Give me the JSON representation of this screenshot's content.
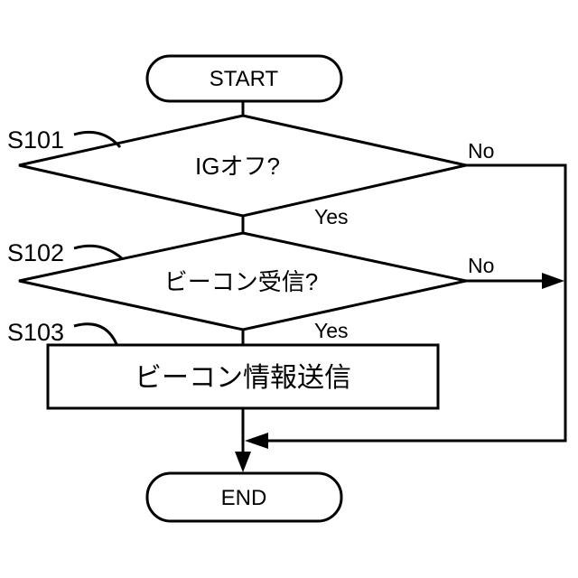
{
  "figure": {
    "colors": {
      "line": "#000000",
      "background": "#ffffff"
    },
    "nodes": {
      "start": {
        "label": "START"
      },
      "decision1": {
        "step_label": "S101",
        "text": "IGオフ?",
        "no_label": "No",
        "yes_label": "Yes"
      },
      "decision2": {
        "step_label": "S102",
        "text": "ビーコン受信?",
        "no_label": "No",
        "yes_label": "Yes"
      },
      "process": {
        "step_label": "S103",
        "text": "ビーコン情報送信"
      },
      "end": {
        "label": "END"
      }
    }
  }
}
